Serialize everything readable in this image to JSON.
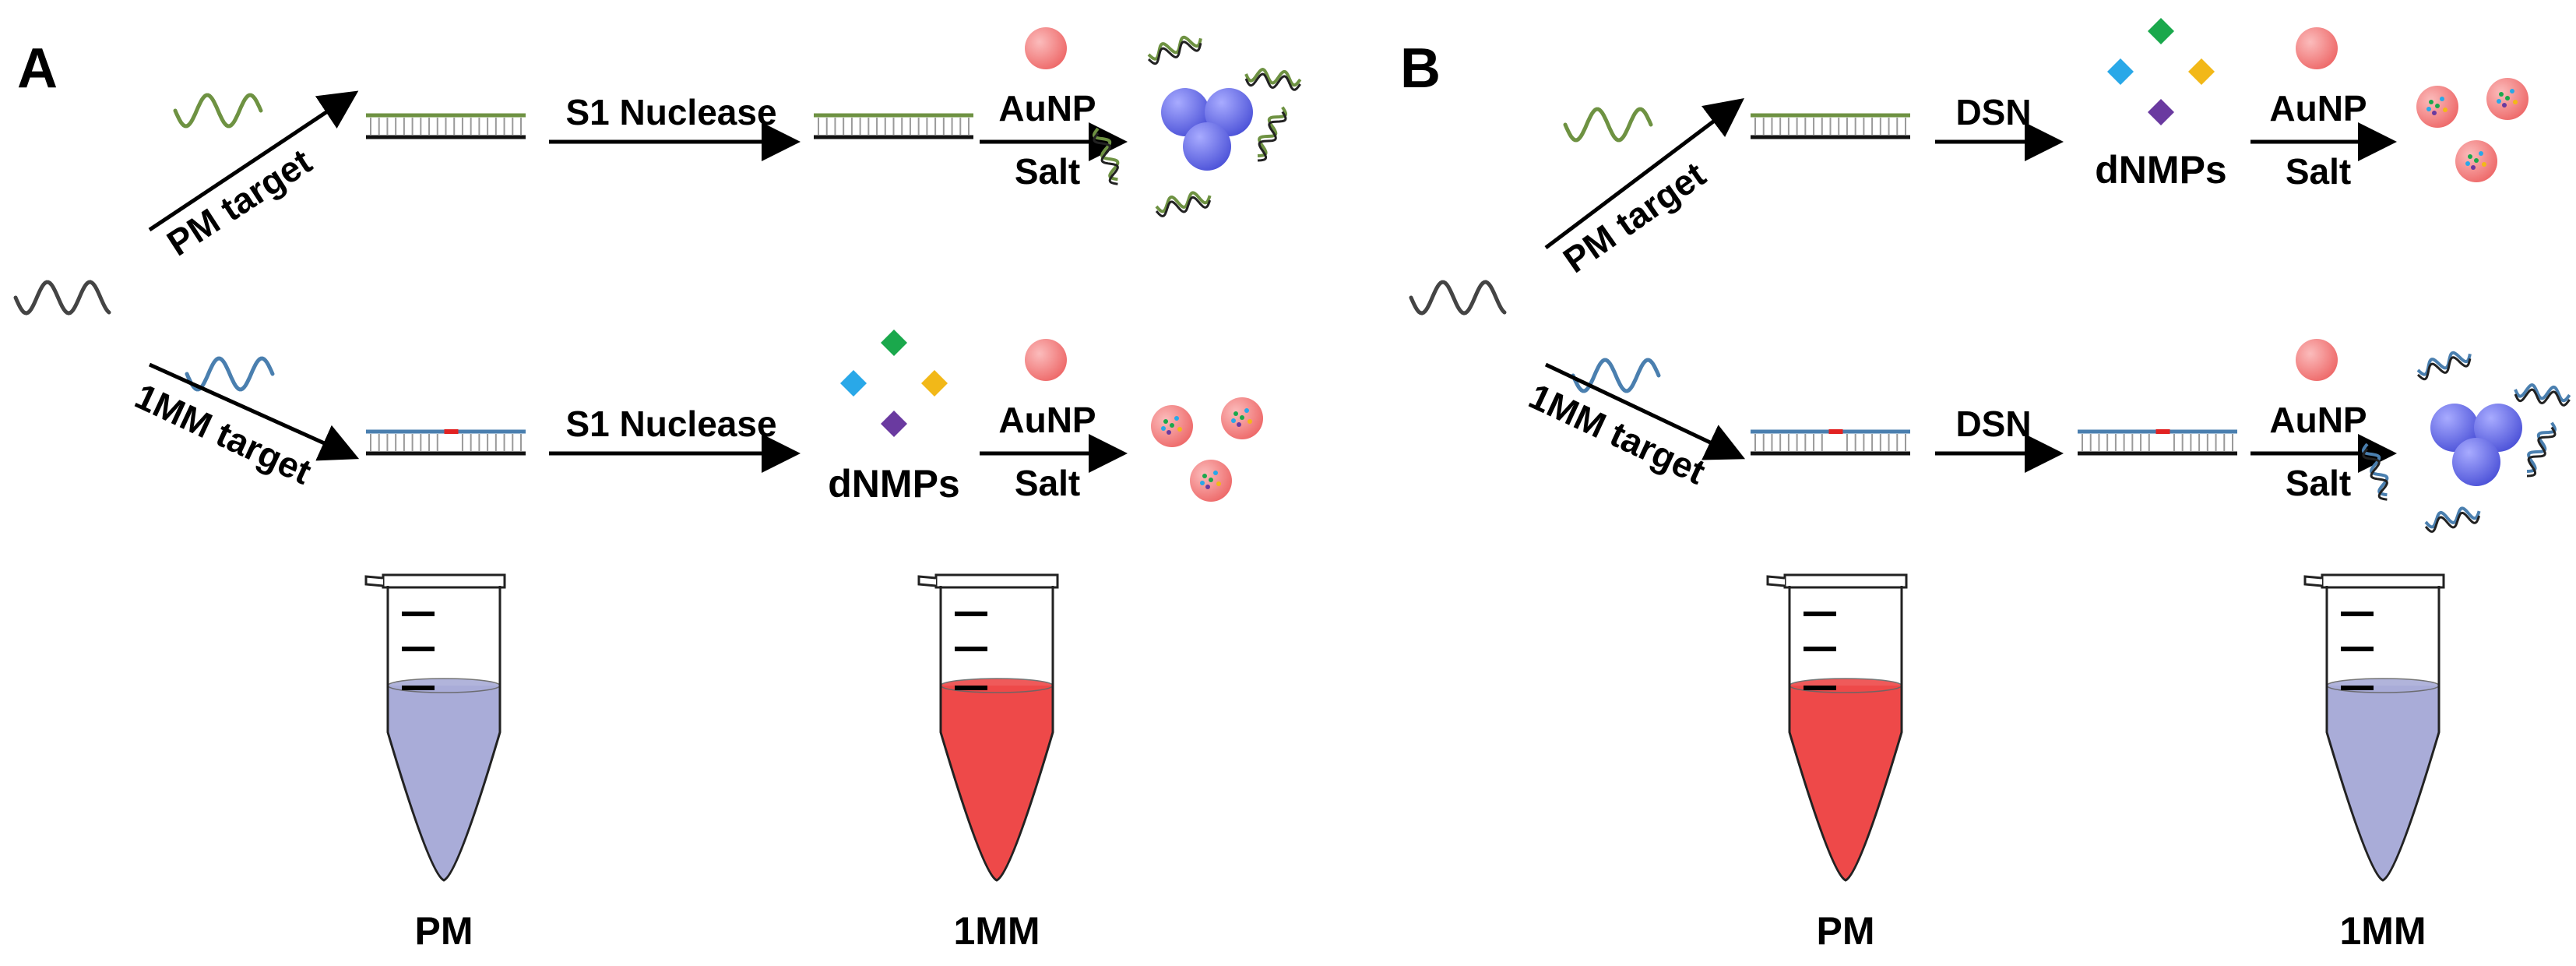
{
  "panels": [
    {
      "letter": "A",
      "top": {
        "target_label": "PM target",
        "enzyme": "S1 Nuclease",
        "reagent_top": "AuNP",
        "reagent_bottom": "Salt",
        "product_label": "",
        "outcome": "aggregated"
      },
      "bottom": {
        "target_label": "1MM target",
        "enzyme": "S1 Nuclease",
        "reagent_top": "AuNP",
        "reagent_bottom": "Salt",
        "product_label": "dNMPs",
        "outcome": "dispersed"
      },
      "tubes": [
        {
          "label": "PM",
          "color": "#a9acd8"
        },
        {
          "label": "1MM",
          "color": "#ee4949"
        }
      ]
    },
    {
      "letter": "B",
      "top": {
        "target_label": "PM target",
        "enzyme": "DSN",
        "reagent_top": "AuNP",
        "reagent_bottom": "Salt",
        "product_label": "dNMPs",
        "outcome": "dispersed"
      },
      "bottom": {
        "target_label": "1MM target",
        "enzyme": "DSN",
        "reagent_top": "AuNP",
        "reagent_bottom": "Salt",
        "product_label": "",
        "outcome": "aggregated"
      },
      "tubes": [
        {
          "label": "PM",
          "color": "#ee4949"
        },
        {
          "label": "1MM",
          "color": "#a9acd8"
        }
      ]
    }
  ],
  "colors": {
    "pm_strand": "#6e9242",
    "mm_strand": "#4a7faf",
    "probe_strand": "#444444",
    "mismatch": "#e22222",
    "aunp": "#f27a7a",
    "aggregate": "#5e64e6",
    "dnmp_green": "#1aa84c",
    "dnmp_blue": "#29a8e8",
    "dnmp_yellow": "#f2b818",
    "dnmp_purple": "#6a3aa0"
  }
}
